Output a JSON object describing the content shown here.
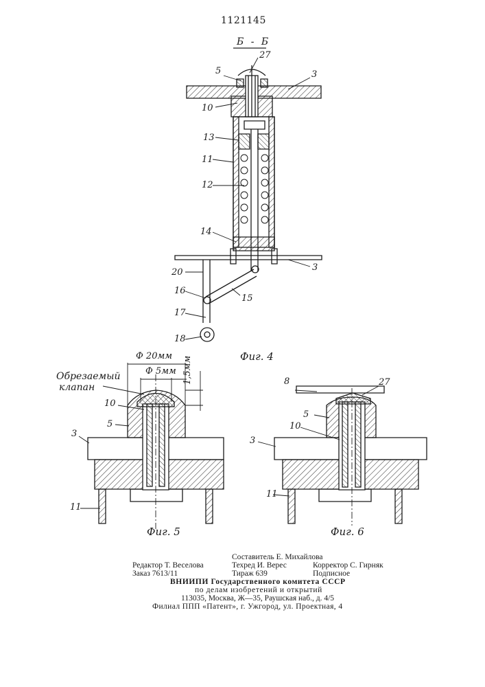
{
  "header": {
    "patent_number": "1121145",
    "section_label": "Б - Б"
  },
  "fig4": {
    "caption": "Фиг. 4",
    "labels": [
      "27",
      "5",
      "3",
      "10",
      "13",
      "11",
      "12",
      "14",
      "3",
      "20",
      "16",
      "15",
      "17",
      "18"
    ]
  },
  "fig5": {
    "caption": "Фиг. 5",
    "dim_outer": "Ф 20мм",
    "dim_inner": "Ф 5мм",
    "dim_height": "1,5мм",
    "cut_valve_line1": "Обрезаемый",
    "cut_valve_line2": "клапан",
    "labels": [
      "10",
      "5",
      "3",
      "11"
    ]
  },
  "fig6": {
    "caption": "Фиг. 6",
    "labels": [
      "8",
      "27",
      "5",
      "10",
      "3",
      "11"
    ]
  },
  "colophon": {
    "compiler": "Составитель Е. Михайлова",
    "editor": "Редактор Т. Веселова",
    "tech": "Техред И. Верес",
    "corrector": "Корректор С. Гирняк",
    "order": "Заказ 7613/11",
    "circulation": "Тираж 639",
    "subscription": "Подписное",
    "org_line1": "ВНИИПИ Государственного комитета СССР",
    "org_line2": "по делам изобретений и открытий",
    "org_line3": "113035, Москва, Ж—35, Раушская наб., д. 4/5",
    "branch": "Филиал ППП «Патент», г. Ужгород, ул. Проектная, 4"
  }
}
